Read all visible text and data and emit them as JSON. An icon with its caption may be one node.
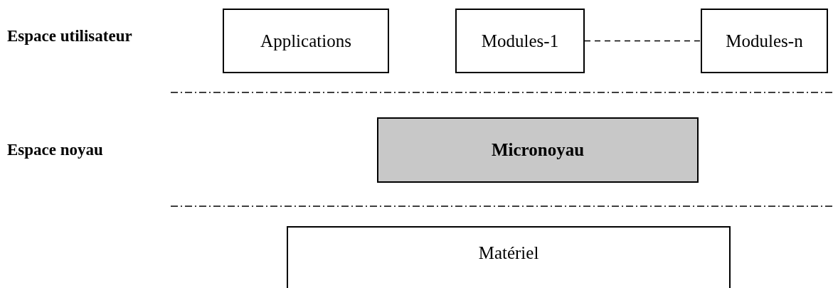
{
  "diagram": {
    "nodes": [
      {
        "text": [
          "Applications"
        ]
      },
      {
        "text": [
          "Modules-1"
        ]
      },
      {
        "text": [
          "Modules-n"
        ]
      },
      {
        "text": [
          "Micronoyau"
        ]
      },
      {
        "text": [
          "Matériel"
        ]
      }
    ],
    "edges": [
      {
        "from": 1,
        "to": 2,
        "arrow": "none",
        "style": "dashed"
      }
    ],
    "labels": [
      "Espace utilisateur",
      "Espace noyau"
    ]
  }
}
